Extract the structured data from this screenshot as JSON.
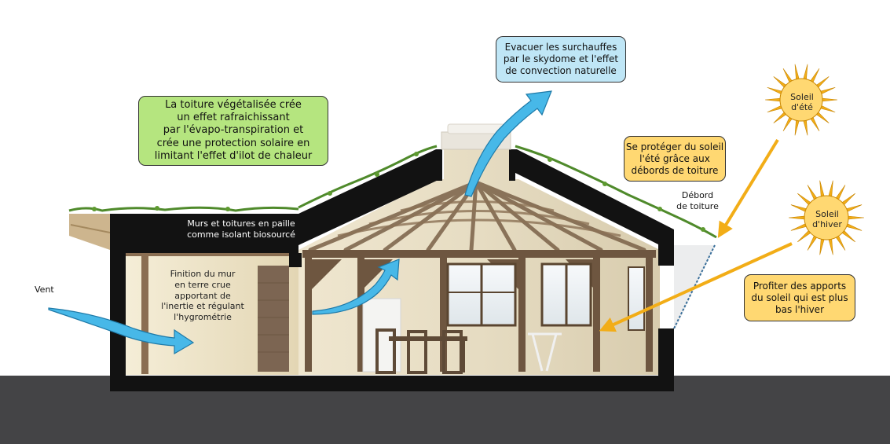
{
  "colors": {
    "roof_green": "#b5e57f",
    "evacuate_blue": "#bfe6f6",
    "sun_yellow": "#ffd872",
    "sun_orange": "#f2ad17",
    "arrow_blue": "#47b8e8",
    "ground": "#444446",
    "wall": "#121212"
  },
  "icons": {
    "summer_sun": "sun-icon",
    "winter_sun": "sun-icon"
  },
  "labels": {
    "green_roof": "La toiture végétalisée crée\nun effet rafraichissant\npar l'évapo-transpiration et\ncrée une protection solaire en\nlimitant l'effet d'ilot de chaleur",
    "evacuate": "Evacuer les surchauffes\npar  le skydome et l'effet\nde convection naturelle",
    "walls_roof_straw": "Murs et toitures en paille\ncomme isolant biosourcé",
    "earth_finish": "Finition du mur\nen terre crue\napportant de\nl'inertie et régulant\nl'hygrométrie",
    "wind": "Vent",
    "summer_sun": "Soleil\nd'été",
    "winter_sun": "Soleil\nd'hiver",
    "summer_protect": "Se protéger du soleil\nl'été grâce aux\ndébords de toiture",
    "overhang": "Débord\nde toiture",
    "winter_benefit": "Profiter des apports\ndu soleil qui est plus\nbas l'hiver"
  }
}
